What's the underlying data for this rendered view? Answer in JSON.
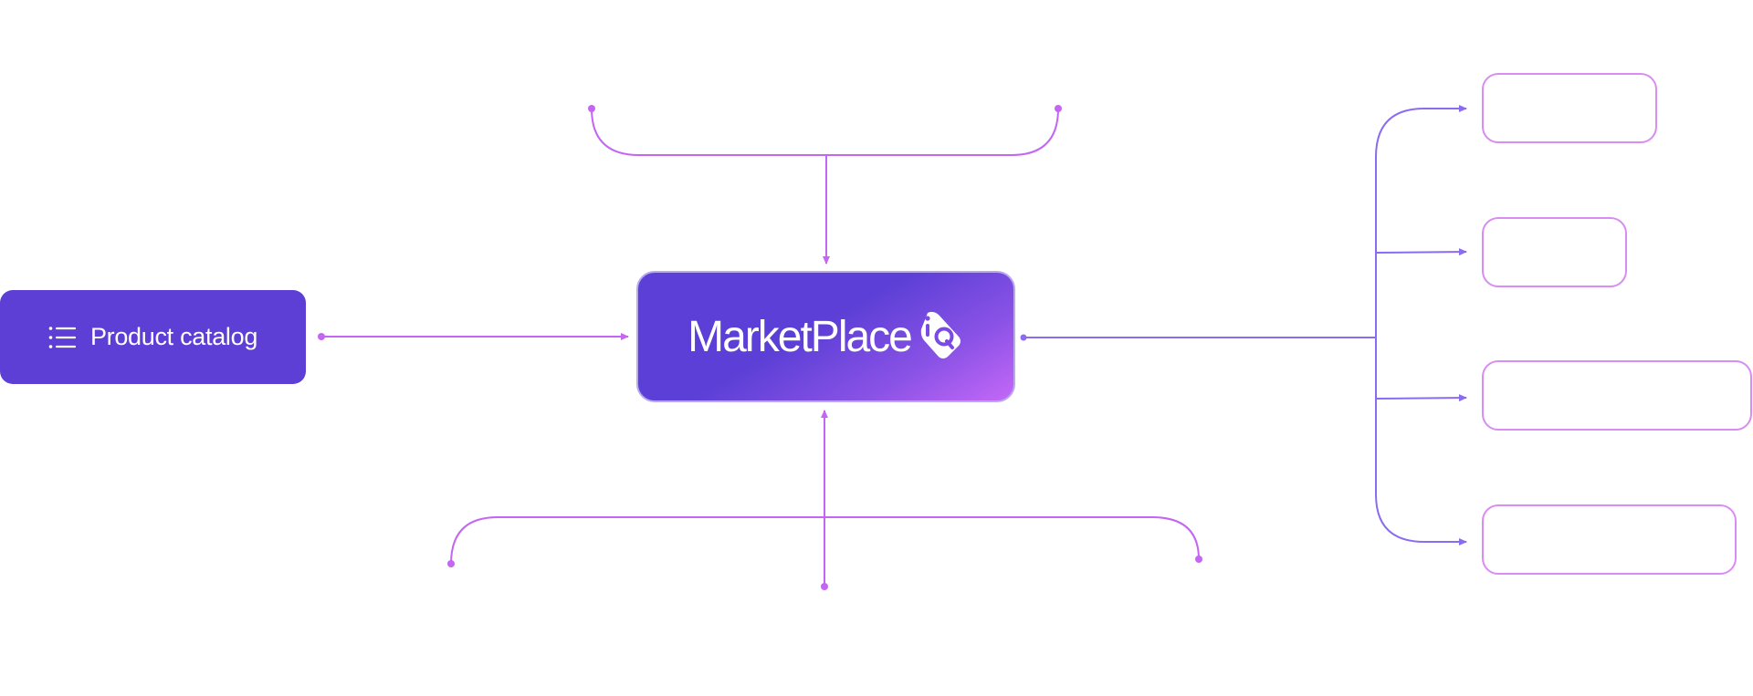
{
  "source": {
    "label": "Product catalog",
    "icon": "list-icon"
  },
  "hub": {
    "brand": "MarketPlace",
    "logo": "marketplace-iq-logo"
  },
  "colors": {
    "primary": "#5e3fd6",
    "connector": "#c466f2",
    "output_connector": "#8b6cf0",
    "output_box_border": "#d98cf2",
    "gradient_end": "#c468f7"
  },
  "outputs": [
    {
      "label": ""
    },
    {
      "label": ""
    },
    {
      "label": ""
    },
    {
      "label": ""
    }
  ]
}
